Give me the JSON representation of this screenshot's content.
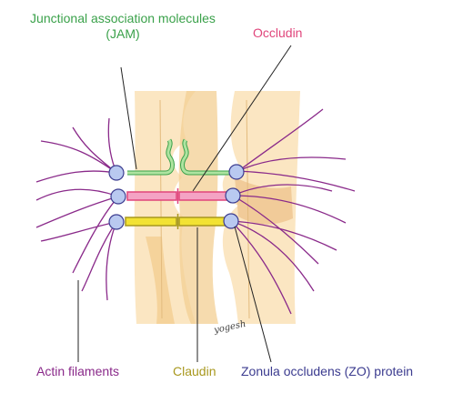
{
  "labels": {
    "jam": "Junctional association molecules (JAM)",
    "occludin": "Occludin",
    "actin": "Actin filaments",
    "claudin": "Claudin",
    "zo": "Zonula occludens (ZO) protein"
  },
  "signature": "yogesh",
  "colors": {
    "jam": "#3aa14a",
    "jam_strand": "#aee3a0",
    "occludin": "#e0457b",
    "occludin_strand": "#f4a3c4",
    "actin": "#8a2a8a",
    "claudin": "#a8981e",
    "claudin_strand": "#f2e233",
    "zo": "#3b3b8f",
    "zo_fill": "#b9c9f0",
    "membrane_light": "#fbe6c2",
    "membrane_dark": "#f3cf93",
    "leader": "#222222"
  }
}
